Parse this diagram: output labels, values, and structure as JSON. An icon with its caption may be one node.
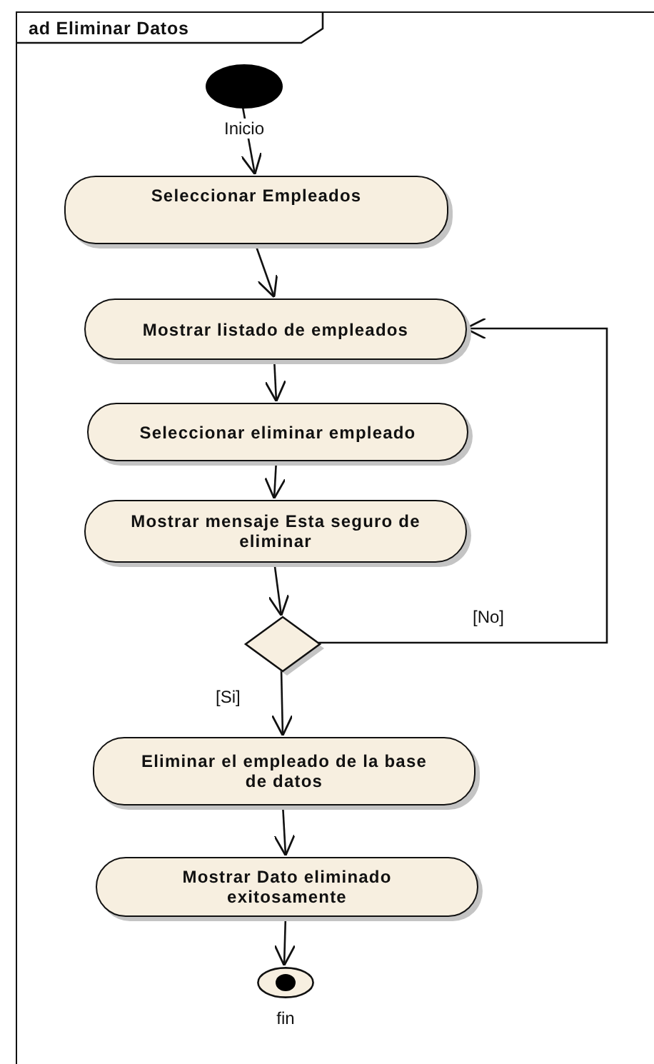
{
  "diagram": {
    "nodes": [
      {
        "text": [
          "ad Eliminar Datos"
        ]
      },
      {
        "text": [],
        "shape": "circle",
        "beside": [
          "Inicio"
        ],
        "in": 0
      },
      {
        "text": [
          "Seleccionar Empleados"
        ],
        "in": 0
      },
      {
        "text": [
          "Mostrar listado de empleados"
        ],
        "in": 0
      },
      {
        "text": [
          "Seleccionar eliminar empleado"
        ],
        "in": 0
      },
      {
        "text": [
          "Mostrar mensaje Esta seguro de eliminar"
        ],
        "in": 0
      },
      {
        "text": [],
        "shape": "diamond",
        "in": 0
      },
      {
        "text": [
          "Eliminar el empleado de la base de datos"
        ],
        "in": 0
      },
      {
        "text": [
          "Mostrar Dato eliminado exitosamente"
        ],
        "in": 0
      },
      {
        "text": [],
        "shape": "bullseye",
        "beside": [
          "fin"
        ],
        "in": 0
      }
    ],
    "edges": [
      {
        "from": 1,
        "to": 2,
        "arrow": "to"
      },
      {
        "from": 2,
        "to": 3,
        "arrow": "to"
      },
      {
        "from": 3,
        "to": 4,
        "arrow": "to"
      },
      {
        "from": 4,
        "to": 5,
        "arrow": "to"
      },
      {
        "from": 5,
        "to": 6,
        "arrow": "to"
      },
      {
        "from": 6,
        "to": 3,
        "arrow": "to",
        "label": "[No]"
      },
      {
        "from": 6,
        "to": 7,
        "arrow": "to",
        "label": "[Si]"
      },
      {
        "from": 7,
        "to": 8,
        "arrow": "to"
      },
      {
        "from": 8,
        "to": 9,
        "arrow": "to"
      }
    ]
  }
}
